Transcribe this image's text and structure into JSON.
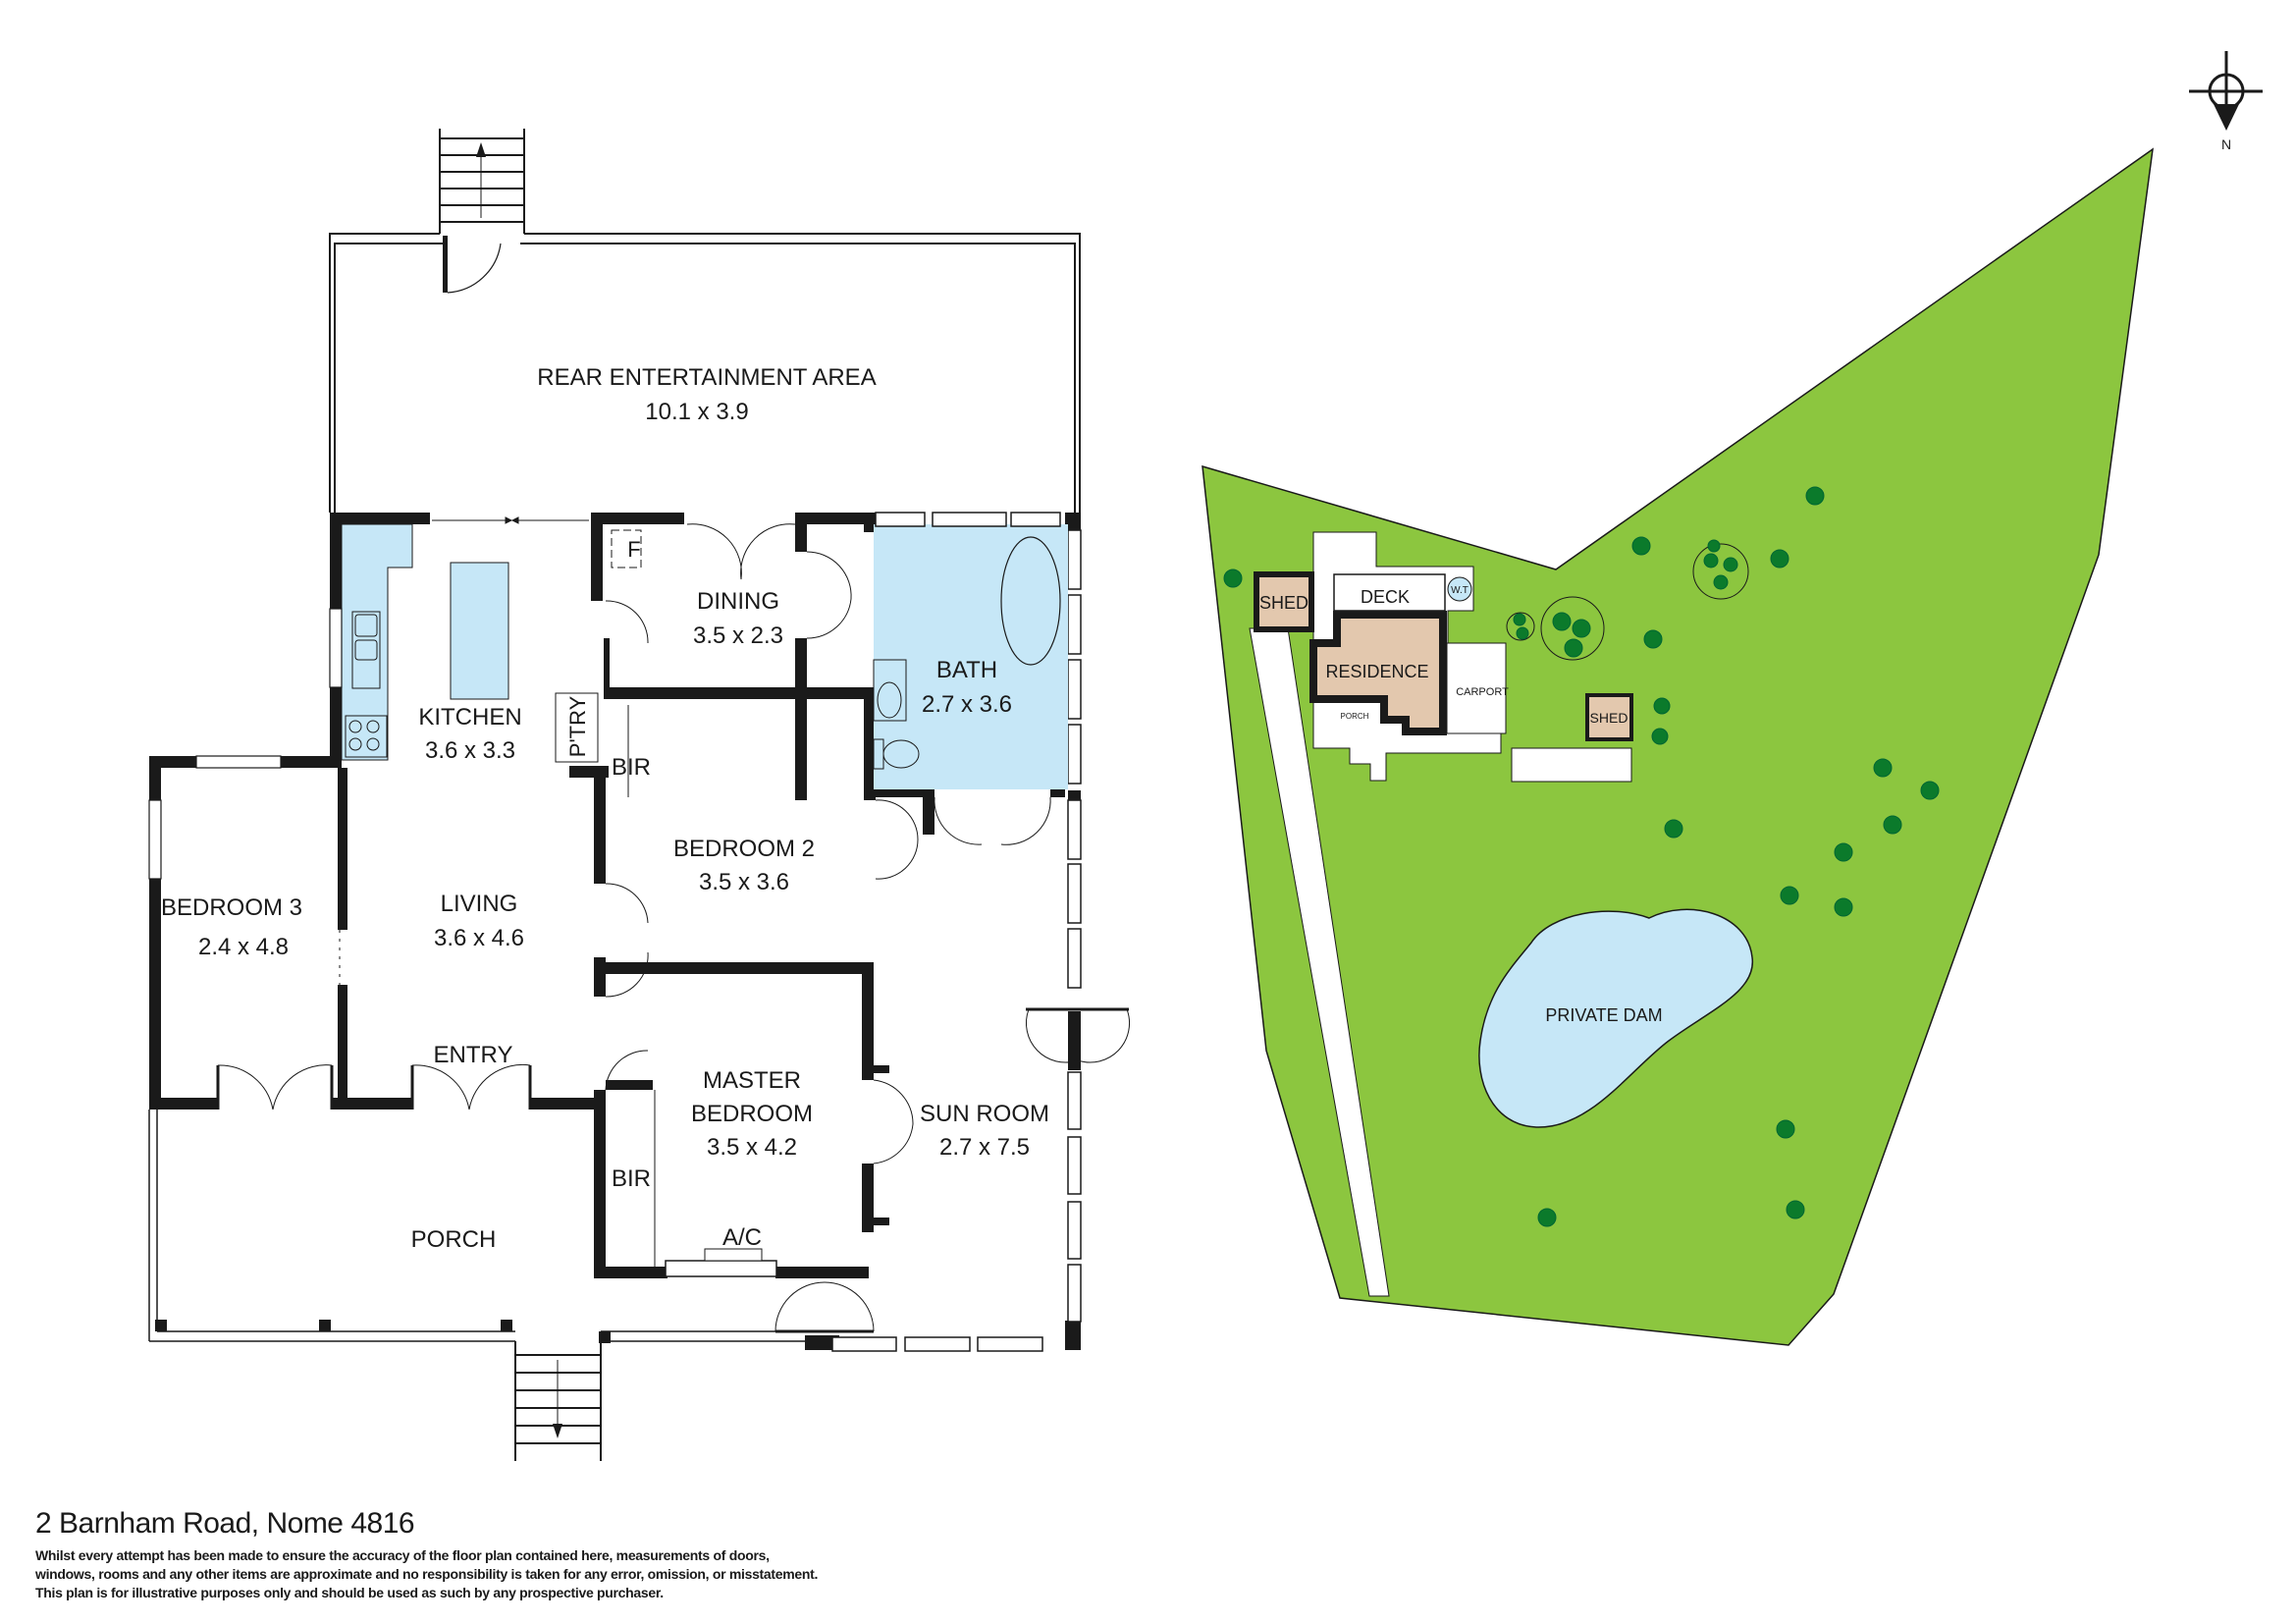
{
  "floor_plan": {
    "rooms": [
      {
        "id": "rear-entertainment",
        "name": "REAR ENTERTAINMENT AREA",
        "dims": "10.1 x 3.9"
      },
      {
        "id": "dining",
        "name": "DINING",
        "dims": "3.5 x 2.3"
      },
      {
        "id": "bath",
        "name": "BATH",
        "dims": "2.7 x 3.6"
      },
      {
        "id": "kitchen",
        "name": "KITCHEN",
        "dims": "3.6 x 3.3"
      },
      {
        "id": "bedroom-2",
        "name": "BEDROOM 2",
        "dims": "3.5 x 3.6"
      },
      {
        "id": "bedroom-3",
        "name": "BEDROOM 3",
        "dims": "2.4 x 4.8"
      },
      {
        "id": "living",
        "name": "LIVING",
        "dims": "3.6 x 4.6"
      },
      {
        "id": "master-bedroom",
        "name_line1": "MASTER",
        "name_line2": "BEDROOM",
        "dims": "3.5 x 4.2"
      },
      {
        "id": "sun-room",
        "name": "SUN ROOM",
        "dims": "2.7 x 7.5"
      },
      {
        "id": "entry",
        "name": "ENTRY"
      },
      {
        "id": "porch",
        "name": "PORCH"
      }
    ],
    "labels": {
      "fridge": "F",
      "pantry": "P'TRY",
      "bir_1": "BIR",
      "bir_2": "BIR",
      "ac": "A/C"
    }
  },
  "site_plan": {
    "labels": {
      "shed_1": "SHED",
      "shed_2": "SHED",
      "deck": "DECK",
      "water_tank": "W.T",
      "residence": "RESIDENCE",
      "carport": "CARPORT",
      "porch": "PORCH",
      "dam": "PRIVATE DAM"
    },
    "colors": {
      "grass": "#8cc63f",
      "building": "#e3c8ae",
      "water": "#c6e7f7",
      "tree": "#0b7a2b"
    }
  },
  "compass": {
    "label": "N"
  },
  "footer": {
    "address": "2 Barnham Road, Nome 4816",
    "disclaimer_lines": [
      "Whilst every attempt has been made to ensure the accuracy of the floor plan contained here, measurements of doors,",
      "windows, rooms and any other items are approximate and no responsibility is taken for any error, omission, or misstatement.",
      "This plan is for illustrative purposes only and should be used as such by any prospective purchaser."
    ]
  }
}
